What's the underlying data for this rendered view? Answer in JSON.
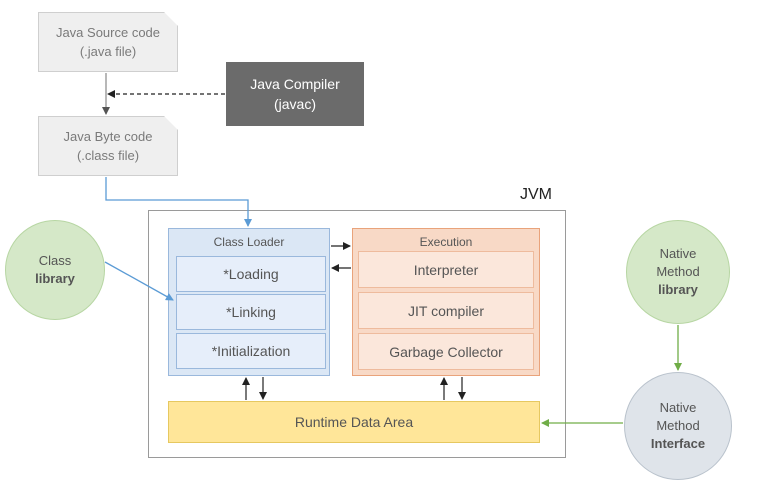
{
  "source": {
    "line1": "Java Source code",
    "line2": "(.java file)"
  },
  "compiler": {
    "line1": "Java Compiler",
    "line2": "(javac)"
  },
  "bytecode": {
    "line1": "Java Byte code",
    "line2": "(.class file)"
  },
  "jvm": {
    "label": "JVM"
  },
  "class_loader": {
    "title": "Class Loader",
    "items": [
      "*Loading",
      "*Linking",
      "*Initialization"
    ]
  },
  "execution": {
    "title": "Execution",
    "items": [
      "Interpreter",
      "JIT compiler",
      "Garbage Collector"
    ]
  },
  "runtime": {
    "label": "Runtime Data Area"
  },
  "class_library": {
    "line1": "Class",
    "line2": "library"
  },
  "native_library": {
    "line1": "Native",
    "line2": "Method",
    "line3": "library"
  },
  "native_interface": {
    "line1": "Native",
    "line2": "Method",
    "line3": "Interface"
  },
  "colors": {
    "compiler": "#6b6b6b",
    "class_loader": "#dbe7f5",
    "execution": "#f8d9c6",
    "runtime": "#ffe699",
    "green_circle": "#d5e8c8",
    "gray_circle": "#dfe4ea",
    "blue_arrow": "#5b9bd5",
    "green_arrow": "#70ad47"
  }
}
